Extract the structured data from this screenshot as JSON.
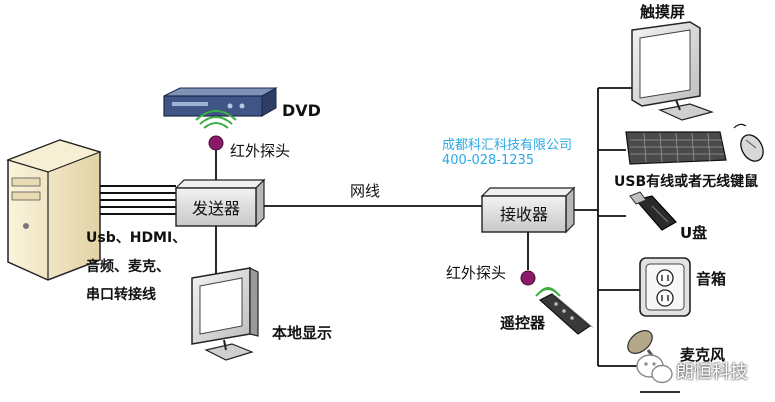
{
  "devices": {
    "sender": "发送器",
    "receiver": "接收器"
  },
  "labels": {
    "dvd": "DVD",
    "ir_probe_left": "红外探头",
    "ir_probe_right": "红外探头",
    "network_cable": "网线",
    "cables_line1": "Usb、HDMI、",
    "cables_line2": "音频、麦克、",
    "cables_line3": "串口转接线",
    "local_display": "本地显示",
    "remote": "遥控器",
    "touchscreen": "触摸屏",
    "keyboard_mouse": "USB有线或者无线键鼠",
    "usb_drive": "U盘",
    "speaker": "音箱",
    "microphone": "麦克风"
  },
  "watermark": {
    "company": "成都科汇科技有限公司",
    "phone": "400-028-1235"
  },
  "brand": {
    "name": "朗恒科技"
  },
  "colors": {
    "ir_dot": "#8b1a6b",
    "ir_wave": "#3cb043",
    "watermark": "#29a9e6",
    "box_fill": "#d9d9d9"
  }
}
